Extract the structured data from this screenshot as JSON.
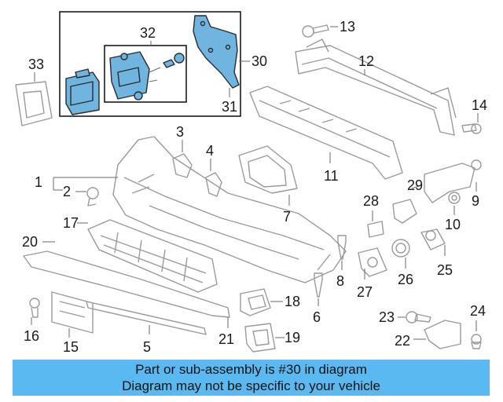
{
  "callouts": {
    "c1": "1",
    "c2": "2",
    "c3": "3",
    "c4": "4",
    "c5": "5",
    "c6": "6",
    "c7": "7",
    "c8": "8",
    "c9": "9",
    "c10": "10",
    "c11": "11",
    "c12": "12",
    "c13": "13",
    "c14": "14",
    "c15": "15",
    "c16": "16",
    "c17": "17",
    "c18": "18",
    "c19": "19",
    "c20": "20",
    "c21": "21",
    "c22": "22",
    "c23": "23",
    "c24": "24",
    "c25": "25",
    "c26": "26",
    "c27": "27",
    "c28": "28",
    "c29": "29",
    "c30": "30",
    "c31": "31",
    "c32": "32",
    "c33": "33"
  },
  "highlight": {
    "part": "30",
    "color": "#6fb5e0"
  },
  "banner": {
    "line1": "Part or sub-assembly is #30 in diagram",
    "line2": "Diagram may not be specific to your vehicle",
    "color": "#5ab9f0"
  }
}
